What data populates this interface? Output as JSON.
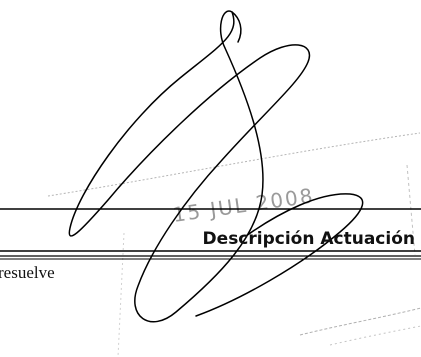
{
  "table": {
    "header_label": "Descripción Actuación"
  },
  "row": {
    "text_fragment": "resuelve"
  },
  "stamp": {
    "date_fragment": "15 JUL 2008"
  },
  "colors": {
    "ink": "#000000",
    "faint_ink": "#9a9a9a"
  }
}
